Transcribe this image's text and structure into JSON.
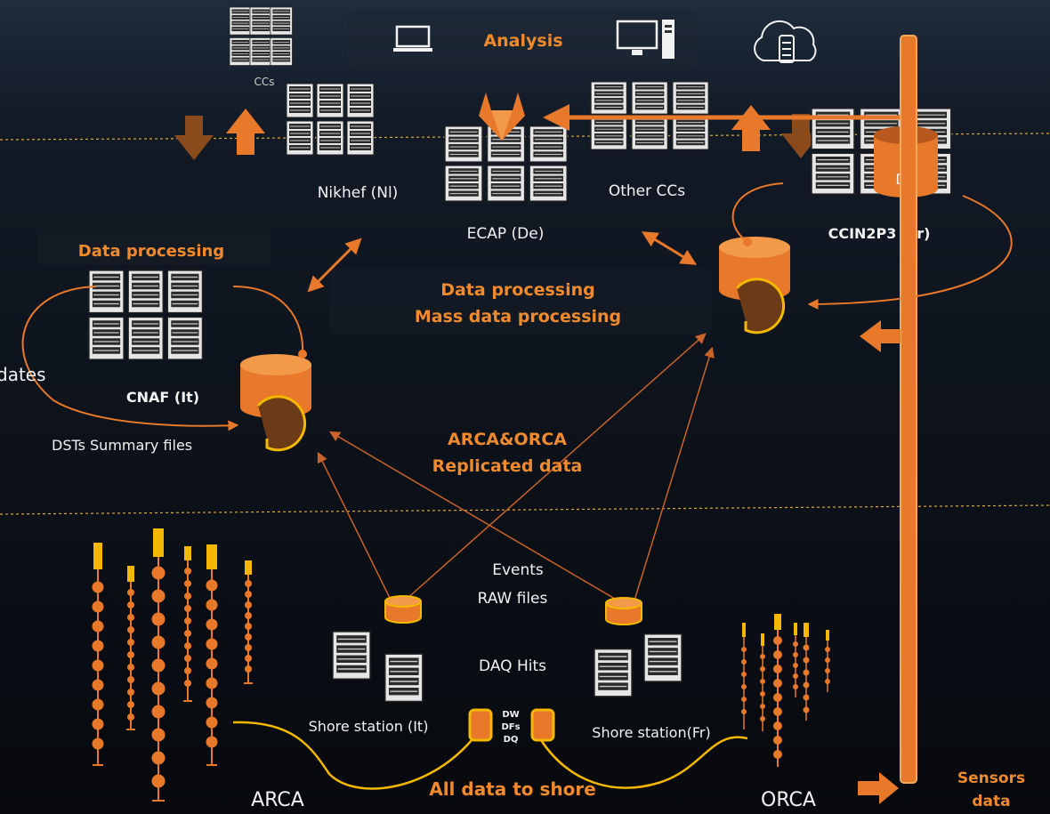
{
  "labels": {
    "analysis": "Analysis",
    "ccs": "CCs",
    "nikhef": "Nikhef (Nl)",
    "ecap": "ECAP (De)",
    "other_ccs": "Other CCs",
    "ccin2p3": "CCIN2P3 (Fr)",
    "db": "DB",
    "data_processing_left": "Data processing",
    "data_processing_center_1": "Data processing",
    "data_processing_center_2": "Mass data processing",
    "updates": "dates",
    "cnaf": "CNAF (It)",
    "dsts": "DSTs Summary files",
    "replicated_1": "ARCA&ORCA",
    "replicated_2": "Replicated data",
    "events": "Events",
    "raw_files": "RAW files",
    "daq_hits": "DAQ Hits",
    "shore_it": "Shore station (It)",
    "shore_fr": "Shore station(Fr)",
    "dw": "DW",
    "dfs": "DFs",
    "dq": "DQ",
    "arca": "ARCA",
    "orca": "ORCA",
    "all_data": "All data to shore",
    "sensors_1": "Sensors",
    "sensors_2": "data"
  },
  "colors": {
    "orange": "#e8782a",
    "dark_orange": "#8a4a1c",
    "yellow": "#f5b800",
    "brown": "#6b3a16",
    "label_orange": "#f08a2e",
    "text_white": "#f2f2f2",
    "server_grey": "#d9d9d9"
  },
  "icons": {
    "laptop": "laptop-icon",
    "desktop": "desktop-icon",
    "cloud": "cloud-database-icon",
    "gitlab": "gitlab-icon"
  }
}
